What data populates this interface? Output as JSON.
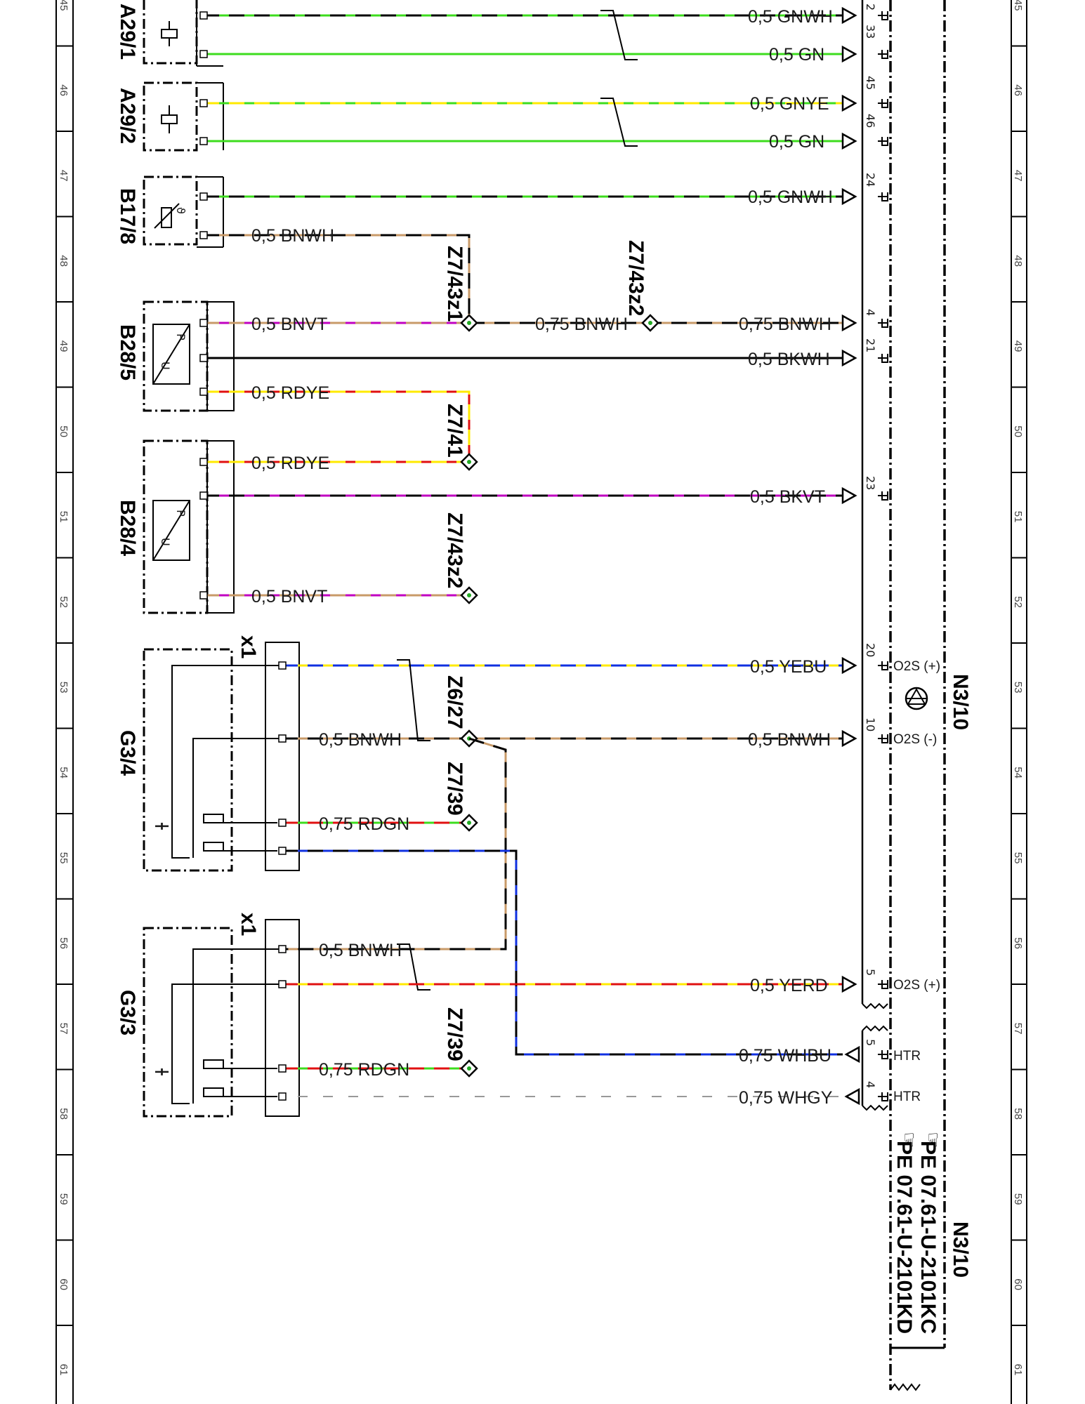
{
  "grid": {
    "rows": [
      "45",
      "46",
      "47",
      "48",
      "49",
      "50",
      "51",
      "52",
      "53",
      "54",
      "55",
      "56",
      "57",
      "58",
      "59",
      "60",
      "61"
    ]
  },
  "components": {
    "a29_1": "A29/1",
    "a29_2": "A29/2",
    "b17_8": "B17/8",
    "b28_5": "B28/5",
    "b28_4": "B28/4",
    "g3_4": "G3/4",
    "g3_3": "G3/3",
    "n3_10": "N3/10",
    "n3_10_ref": "N3/10",
    "x1_top": "x1",
    "x1_bottom": "x1"
  },
  "splices": {
    "z7_43z1": "Z7/43z1",
    "z7_43z2_top": "Z7/43z2",
    "z7_41": "Z7/41",
    "z7_43z2_mid": "Z7/43z2",
    "z6_27": "Z6/27",
    "z7_39_top": "Z7/39",
    "z7_39_bottom": "Z7/39"
  },
  "wires": {
    "w1": "0,5 GNWH",
    "w2": "0,5 GN",
    "w3": "0,5 GNYE",
    "w4": "0,5 GN",
    "w5": "0,5 GNWH",
    "w6": "0,5 BNWH",
    "w7": "0,5 BNVT",
    "w8": "0,75 BNWH",
    "w9": "0,75 BNWH",
    "w10": "0,5 BKWH",
    "w11": "0,5 RDYE",
    "w12": "0,5 RDYE",
    "w13": "0,5 BKVT",
    "w14": "0,5 BNVT",
    "w15": "0,5 YEBU",
    "w16": "0,5 BNWH",
    "w17": "0,5 BNWH",
    "w18": "0,75 RDGN",
    "w19": "0,5 BNWH",
    "w20": "0,5 YERD",
    "w21": "0,75 WHBU",
    "w22": "0,75 RDGN",
    "w23": "0,75 WHGY"
  },
  "connector_pins": {
    "p1": "2",
    "p2": "33",
    "p3": "45",
    "p4": "46",
    "p5": "24",
    "p6": "4",
    "p7": "21",
    "p8": "23",
    "p9": "20",
    "p10": "10",
    "p11": "5",
    "p12": "5",
    "p13": "4"
  },
  "signals": {
    "s1": "O2S (+)",
    "s2": "O2S (-)",
    "s3": "O2S (+)",
    "s4": "HTR",
    "s5": "HTR"
  },
  "pe_refs": {
    "pe1": "PE 07.61-U-2101KC",
    "pe2": "PE 07.61-U-2101KD"
  },
  "colors": {
    "green": "#3ddc1e",
    "yellow": "#ffea00",
    "brown": "#c89a68",
    "violet": "#c000c0",
    "red": "#e01010",
    "blue": "#1030e0",
    "grey": "#999999",
    "black": "#000000",
    "white": "#ffffff"
  }
}
